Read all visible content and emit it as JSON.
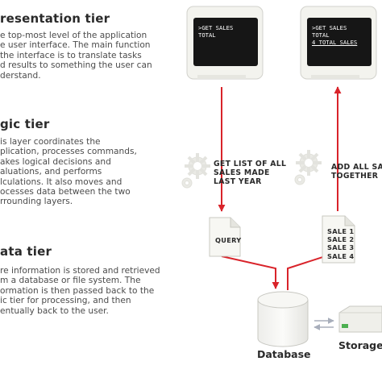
{
  "presentation_tier": {
    "heading": "resentation tier",
    "description": [
      "e top-most level of the application",
      "e user interface. The main function",
      "the interface is to translate tasks",
      "d results to something the user can",
      "derstand."
    ],
    "monitor_left": {
      "lines": [
        ">GET SALES",
        " TOTAL"
      ]
    },
    "monitor_right": {
      "lines": [
        ">GET SALES",
        " TOTAL",
        "4 TOTAL SALES"
      ]
    }
  },
  "logic_tier": {
    "heading": "gic tier",
    "description": [
      "is layer coordinates the",
      "plication, processes commands,",
      "akes logical decisions and",
      "aluations, and performs",
      "lculations.  It also moves and",
      "ocesses data between the two",
      "rrounding layers."
    ],
    "request_label": [
      "GET LIST OF ALL",
      "SALES MADE",
      "LAST YEAR"
    ],
    "response_label": [
      "ADD ALL SALE",
      "TOGETHER"
    ]
  },
  "data_tier": {
    "heading": "ata tier",
    "description": [
      "re information is stored and retrieved",
      "m a database or file system.  The",
      "ormation is then passed back to the",
      "ic tier for processing, and then",
      "entually back to the user."
    ],
    "query_doc": "QUERY",
    "sales_doc": [
      "SALE 1",
      "SALE 2",
      "SALE 3",
      "SALE 4"
    ],
    "database_label": "Database",
    "storage_label": "Storage"
  },
  "colors": {
    "arrow_red": "#d9232a",
    "storage_arrow_gray": "#a8aebb",
    "monitor_screen": "#161616",
    "monitor_case": "#f3f3ee",
    "gear": "#e9e9e4",
    "storage_led": "#4caf50"
  }
}
